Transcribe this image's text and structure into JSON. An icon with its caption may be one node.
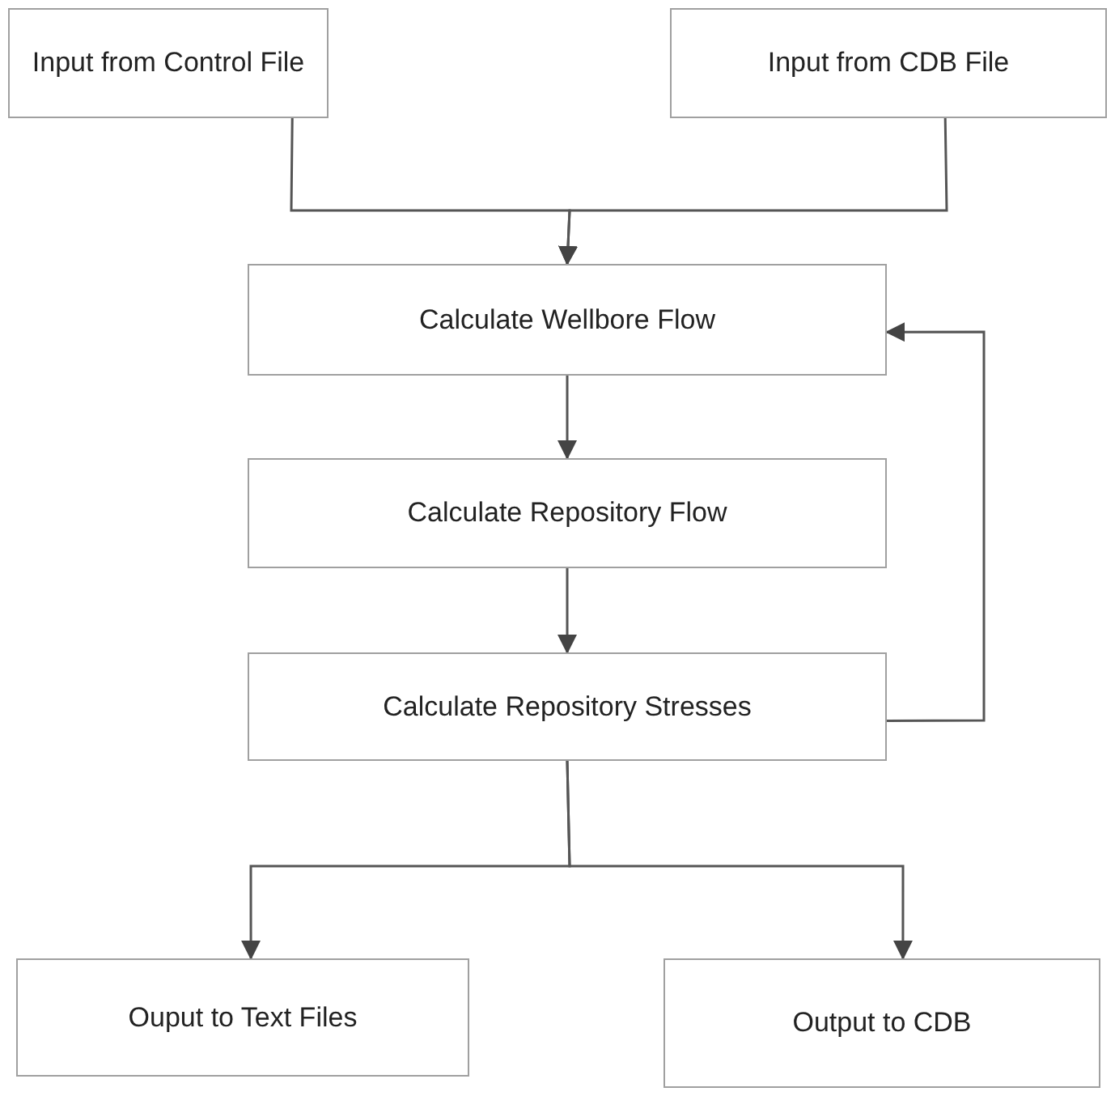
{
  "diagram": {
    "nodes": [
      {
        "text": [
          "Input from Control File"
        ]
      },
      {
        "text": [
          "Input from CDB File"
        ]
      },
      {
        "text": [
          "Calculate Wellbore Flow"
        ]
      },
      {
        "text": [
          "Calculate Repository Flow"
        ]
      },
      {
        "text": [
          "Calculate Repository Stresses"
        ]
      },
      {
        "text": [
          "Ouput to Text Files"
        ]
      },
      {
        "text": [
          "Output to CDB"
        ]
      }
    ],
    "edges": [
      {
        "from": 0,
        "to": 2,
        "arrow": "to"
      },
      {
        "from": 1,
        "to": 2,
        "arrow": "to"
      },
      {
        "from": 2,
        "to": 3,
        "arrow": "to"
      },
      {
        "from": 3,
        "to": 4,
        "arrow": "to"
      },
      {
        "from": 4,
        "to": 2,
        "arrow": "to"
      },
      {
        "from": 4,
        "to": 5,
        "arrow": "to"
      },
      {
        "from": 4,
        "to": 6,
        "arrow": "to"
      }
    ]
  }
}
